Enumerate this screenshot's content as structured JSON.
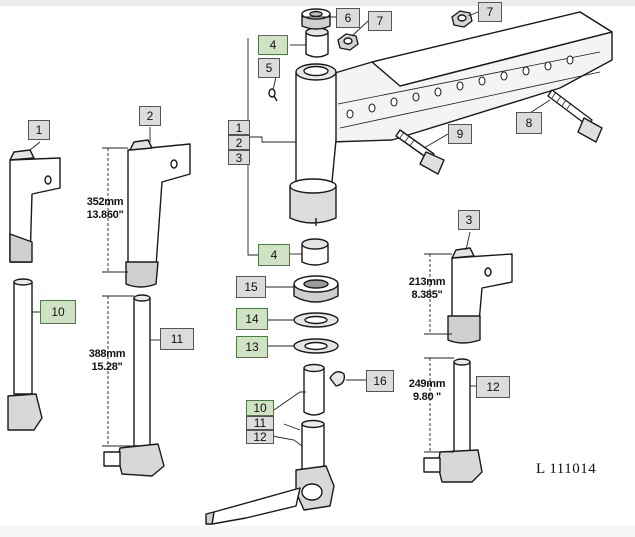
{
  "diagram": {
    "reference_code": "L 111014",
    "callouts": {
      "c1": "1",
      "c2": "2",
      "c3": "3",
      "c4": "4",
      "c5": "5",
      "c6": "6",
      "c7": "7",
      "c8": "8",
      "c9": "9",
      "c10": "10",
      "c11": "11",
      "c12": "12",
      "c13": "13",
      "c14": "14",
      "c15": "15",
      "c16": "16"
    },
    "highlight_color": "#cfe3c4",
    "dimensions": {
      "d352_mm": "352mm",
      "d352_in": "13.860\"",
      "d388_mm": "388mm",
      "d388_in": "15.28\"",
      "d213_mm": "213mm",
      "d213_in": "8.385\"",
      "d249_mm": "249mm",
      "d249_in": "9.80 \""
    }
  }
}
